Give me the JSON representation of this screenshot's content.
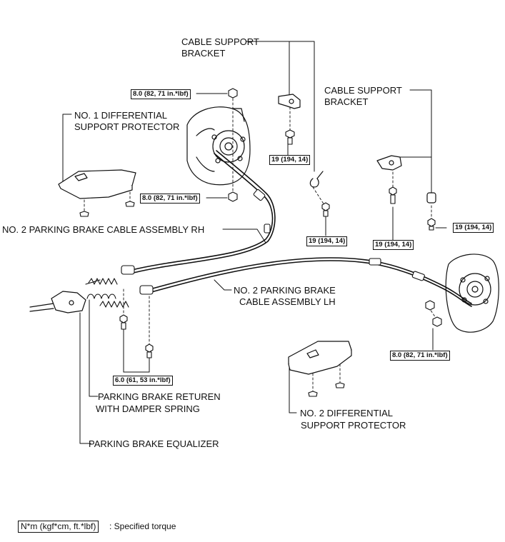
{
  "labels": {
    "cable_support_bracket_top": [
      "CABLE SUPPORT",
      "BRACKET"
    ],
    "cable_support_bracket_right": [
      "CABLE SUPPORT",
      "BRACKET"
    ],
    "no1_diff_protector": [
      "NO. 1 DIFFERENTIAL",
      "SUPPORT PROTECTOR"
    ],
    "no2_cable_rh": "NO. 2 PARKING BRAKE CABLE ASSEMBLY RH",
    "no2_cable_lh": [
      "NO. 2 PARKING BRAKE",
      "CABLE ASSEMBLY LH"
    ],
    "return_spring": [
      "PARKING BRAKE RETUREN",
      "WITH DAMPER SPRING"
    ],
    "equalizer": "PARKING BRAKE EQUALIZER",
    "no2_diff_protector": [
      "NO. 2 DIFFERENTIAL",
      "SUPPORT PROTECTOR"
    ]
  },
  "torques": {
    "t1": "8.0 (82, 71 in.*lbf)",
    "t2": "8.0 (82, 71 in.*lbf)",
    "t3": "19 (194, 14)",
    "t4": "19 (194, 14)",
    "t5": "19 (194, 14)",
    "t6": "19 (194, 14)",
    "t7": "6.0 (61, 53 in.*lbf)",
    "t8": "8.0 (82, 71 in.*lbf)"
  },
  "legend": {
    "box": "N*m (kgf*cm, ft.*lbf)",
    "text": ": Specified torque"
  }
}
